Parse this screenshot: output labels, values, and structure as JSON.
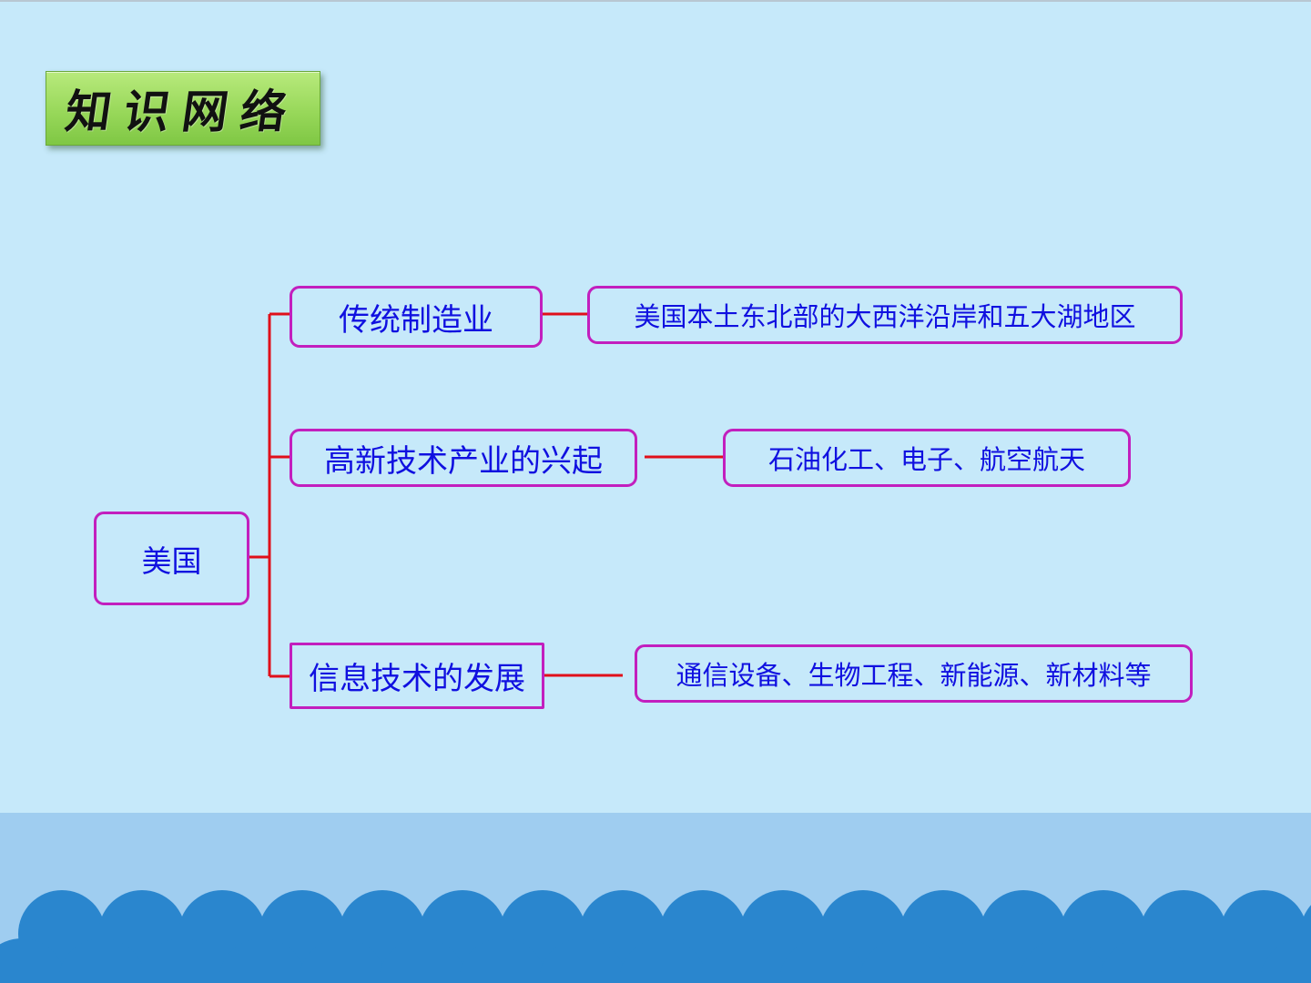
{
  "slide": {
    "title": "知识网络",
    "colors": {
      "background": "#c6e9fa",
      "title_badge": "#98d85a",
      "node_border": "#c21fbe",
      "node_text": "#1010e0",
      "connector": "#e0101a",
      "wave_band": "#9fcdf0",
      "wave": "#2a86ce"
    }
  },
  "diagram": {
    "root": {
      "label": "美国"
    },
    "branches": [
      {
        "label": "传统制造业",
        "detail": "美国本土东北部的大西洋沿岸和五大湖地区"
      },
      {
        "label": "高新技术产业的兴起",
        "detail": "石油化工、电子、航空航天"
      },
      {
        "label": "信息技术的发展",
        "detail": "通信设备、生物工程、新能源、新材料等"
      }
    ]
  }
}
